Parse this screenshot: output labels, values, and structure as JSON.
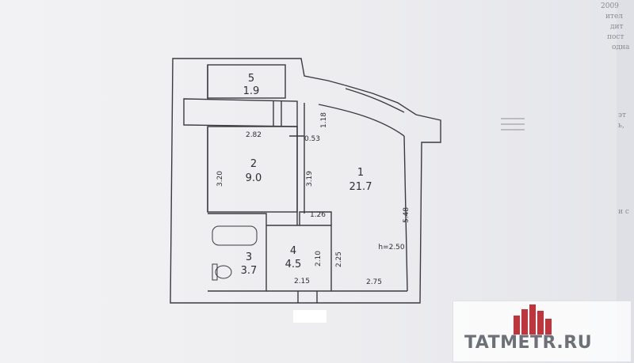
{
  "rooms": [
    {
      "number": "1",
      "area": "21.7"
    },
    {
      "number": "2",
      "area": "9.0"
    },
    {
      "number": "3",
      "area": "3.7"
    },
    {
      "number": "4",
      "area": "4.5"
    },
    {
      "number": "5",
      "area": "1.9"
    }
  ],
  "dimensions": {
    "d282": "2.82",
    "d320": "3.20",
    "d118": "1.18",
    "d053": "0.53",
    "d319": "3.19",
    "d548": "5.48",
    "d126": "1.26",
    "d250": "h=2.50",
    "d210": "2.10",
    "d225": "2.25",
    "d215": "2.15",
    "d275": "2.75"
  },
  "margin_text": [
    "2009",
    "ител",
    "дит",
    "пост",
    "одна",
    "эт",
    "ь,",
    "и с"
  ],
  "watermark": {
    "text": "TATMETR.RU",
    "logo_color": "#c0343b"
  }
}
